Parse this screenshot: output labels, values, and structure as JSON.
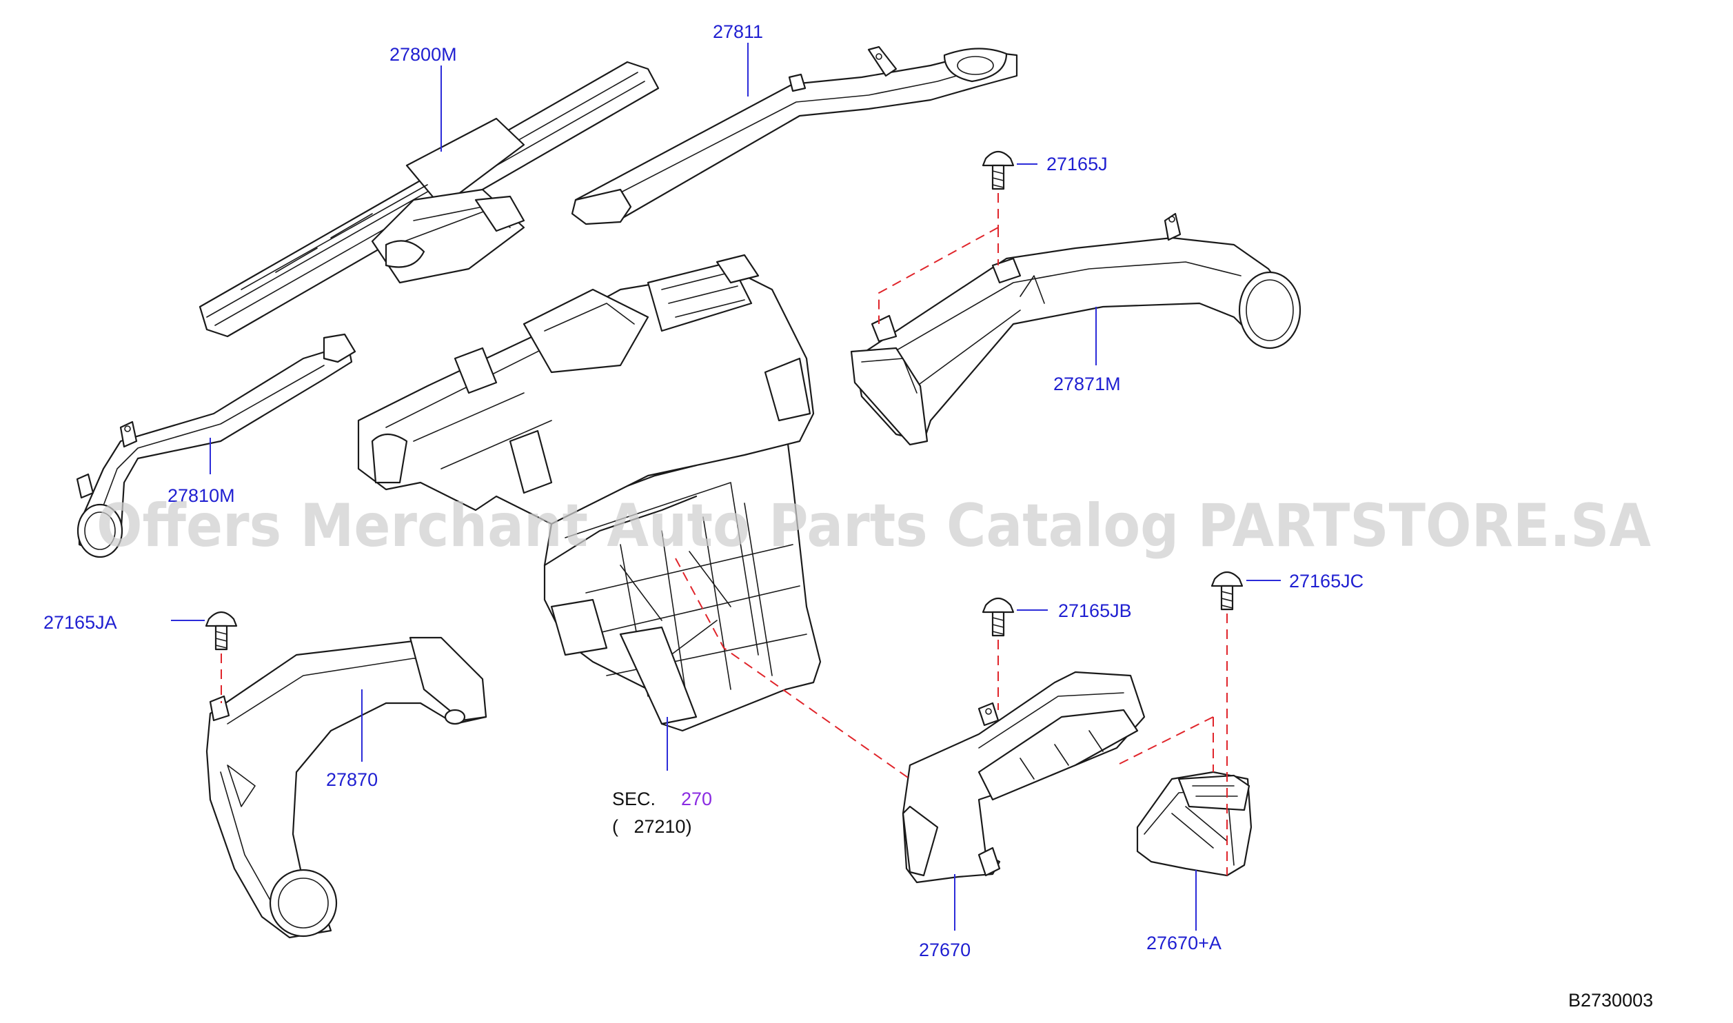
{
  "diagram_id": "B2730003",
  "watermark": "Offers Merchant Auto Parts Catalog PARTSTORE.SA",
  "colors": {
    "label": "#1f1fd1",
    "leader": "#2b2bd9",
    "dashed_link": "#e0242a",
    "reference": "#8a2be2",
    "outline": "#1a1a1a"
  },
  "parts": [
    {
      "id": "p27800M",
      "label": "27800M"
    },
    {
      "id": "p27811",
      "label": "27811"
    },
    {
      "id": "p27165J",
      "label": "27165J"
    },
    {
      "id": "p27871M",
      "label": "27871M"
    },
    {
      "id": "p27810M",
      "label": "27810M"
    },
    {
      "id": "p27165JA",
      "label": "27165JA"
    },
    {
      "id": "p27870",
      "label": "27870"
    },
    {
      "id": "p27165JB",
      "label": "27165JB"
    },
    {
      "id": "p27165JC",
      "label": "27165JC"
    },
    {
      "id": "p27670",
      "label": "27670"
    },
    {
      "id": "p27670A",
      "label": "27670+A"
    }
  ],
  "section_ref": {
    "prefix": "SEC.",
    "number": "270",
    "sub": "(   27210)"
  }
}
